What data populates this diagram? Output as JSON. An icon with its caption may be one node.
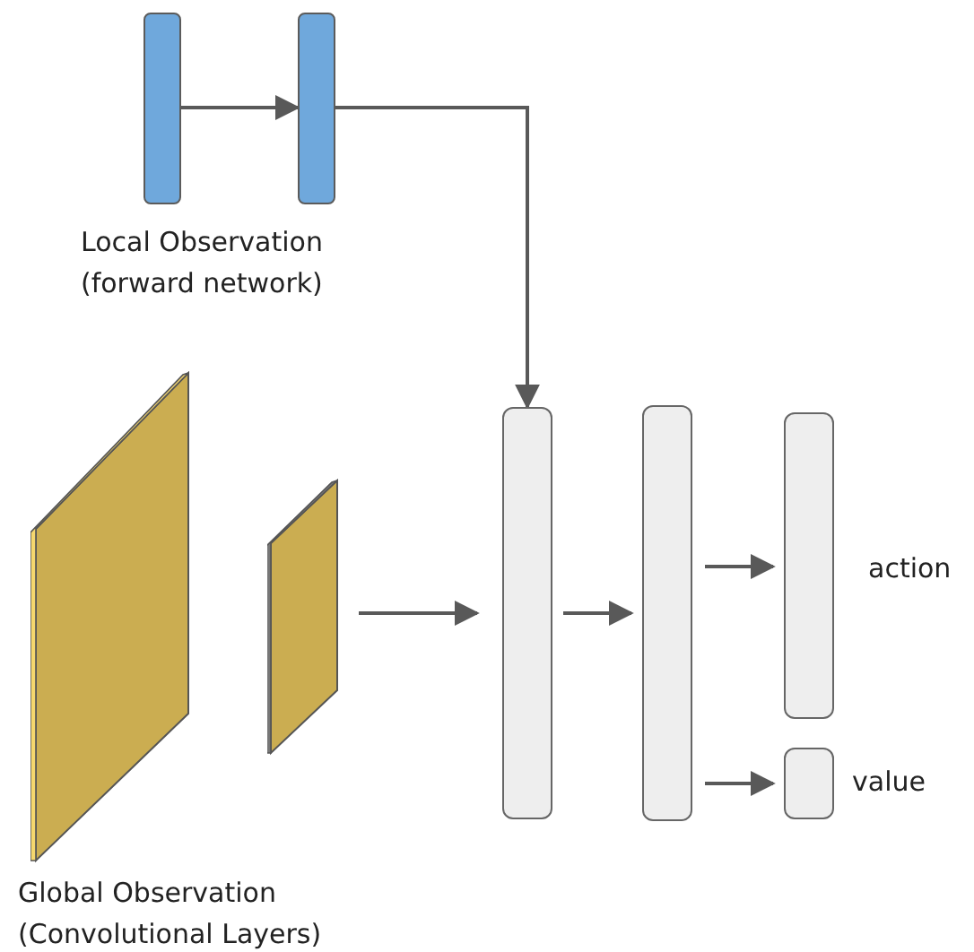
{
  "diagram": {
    "nodes": [
      {
        "text": [],
        "shape": "bar"
      },
      {
        "text": [],
        "shape": "bar"
      },
      {
        "text": [],
        "shape": "parallelogram"
      },
      {
        "text": [],
        "shape": "parallelogram"
      },
      {
        "text": [],
        "shape": "bar"
      },
      {
        "text": [],
        "shape": "bar"
      },
      {
        "text": [],
        "shape": "bar",
        "beside": [
          "action"
        ]
      },
      {
        "text": [],
        "shape": "box",
        "beside": [
          "value"
        ]
      }
    ],
    "edges": [
      {
        "from": 0,
        "to": 1,
        "arrow": "to"
      },
      {
        "from": 1,
        "to": 4,
        "arrow": "to"
      },
      {
        "from": 3,
        "to": 4,
        "arrow": "to"
      },
      {
        "from": 4,
        "to": 5,
        "arrow": "to"
      },
      {
        "from": 5,
        "to": 6,
        "arrow": "to"
      },
      {
        "from": 5,
        "to": 7,
        "arrow": "to"
      }
    ],
    "labels": [
      "Local Observation (forward network)",
      "Global Observation (Convolutional Layers)"
    ]
  }
}
